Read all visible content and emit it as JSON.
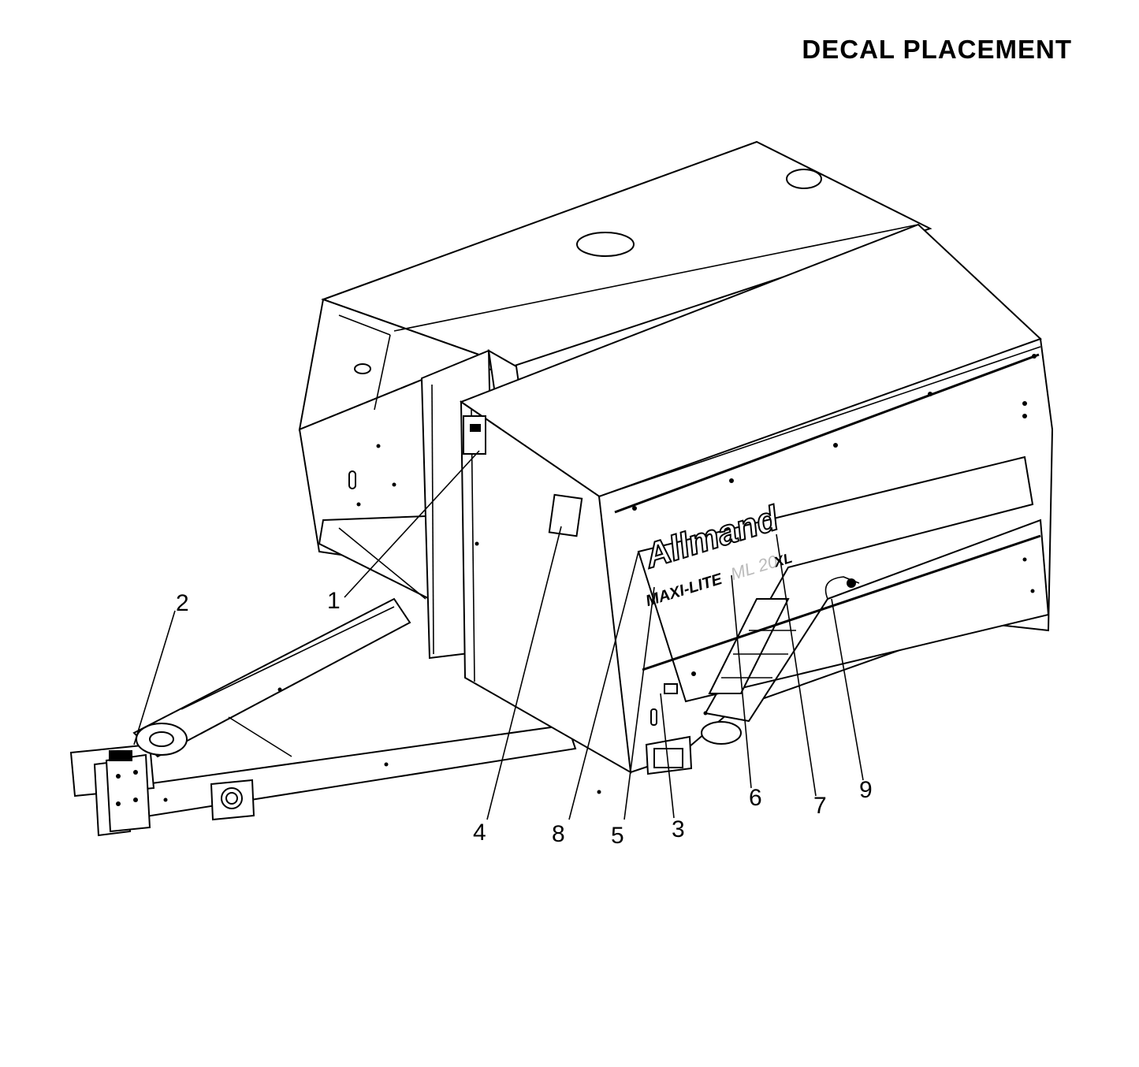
{
  "title": "DECAL PLACEMENT",
  "logo_text": "Allmand",
  "model_text": "MAXI-LITE",
  "model_number": "ML 20",
  "model_suffix": "XL",
  "callouts": [
    "1",
    "2",
    "3",
    "4",
    "5",
    "6",
    "7",
    "8",
    "9"
  ]
}
